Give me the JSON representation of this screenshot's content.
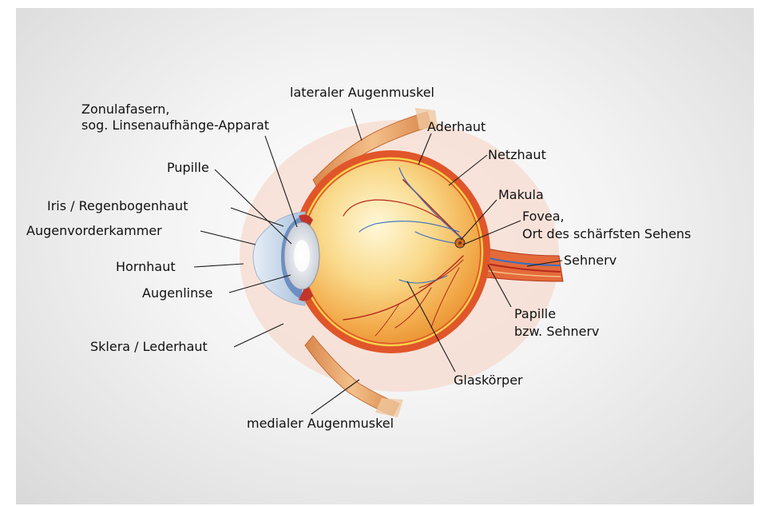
{
  "labels": {
    "lateral_muscle": "lateraler Augenmuskel",
    "zonula_1": "Zonulafasern,",
    "zonula_2": "sog. Linsenaufhänge-Apparat",
    "aderhaut": "Aderhaut",
    "netzhaut": "Netzhaut",
    "pupille": "Pupille",
    "iris": "Iris / Regenbogenhaut",
    "makula": "Makula",
    "fovea_1": "Fovea,",
    "fovea_2": "Ort des schärfsten Sehens",
    "augenvorderkammer": "Augenvorderkammer",
    "sehnerv": "Sehnerv",
    "hornhaut": "Hornhaut",
    "augenlinse": "Augenlinse",
    "papille_1": "Papille",
    "papille_2": "bzw. Sehnerv",
    "sklera": "Sklera / Lederhaut",
    "glaskoerper": "Glaskörper",
    "medial_muscle": "medialer Augenmuskel"
  },
  "colors": {
    "sclera": "#e0562a",
    "vitreous_center": "#fff6d0",
    "vitreous_edge": "#f0a040",
    "retina_line": "#f7d24a",
    "iris": "#6b8fc4",
    "cornea": "#c9d8ea",
    "artery": "#b5281c",
    "vein": "#3a6fc0",
    "muscle": "#e8a46a"
  }
}
